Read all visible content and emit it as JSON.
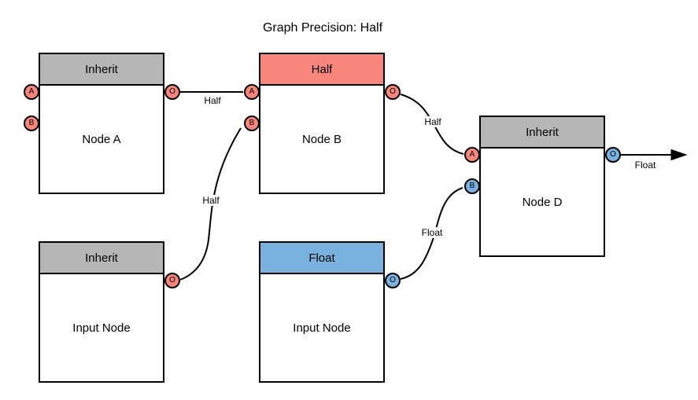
{
  "title": "Graph Precision: Half",
  "colors": {
    "salmon": "#F8867C",
    "blue": "#7AB2DF",
    "gray": "#B6B6B6",
    "stroke": "#000000",
    "background": "#FFFFFF"
  },
  "nodes": {
    "node_a": {
      "header": "Inherit",
      "label": "Node A",
      "ports": {
        "a": "A",
        "b": "B",
        "o": "O"
      }
    },
    "node_b": {
      "header": "Half",
      "label": "Node B",
      "ports": {
        "a": "A",
        "b": "B",
        "o": "O"
      }
    },
    "node_d": {
      "header": "Inherit",
      "label": "Node D",
      "ports": {
        "a": "A",
        "b": "B",
        "o": "O"
      }
    },
    "input_left": {
      "header": "Inherit",
      "label": "Input Node",
      "ports": {
        "o": "O"
      }
    },
    "input_mid": {
      "header": "Float",
      "label": "Input Node",
      "ports": {
        "o": "O"
      }
    }
  },
  "edges": {
    "node_a_to_node_b": {
      "label": "Half"
    },
    "input_left_to_node_b": {
      "label": "Half"
    },
    "node_b_to_node_d": {
      "label": "Half"
    },
    "input_mid_to_node_d": {
      "label": "Float"
    },
    "node_d_output": {
      "label": "Float"
    }
  }
}
